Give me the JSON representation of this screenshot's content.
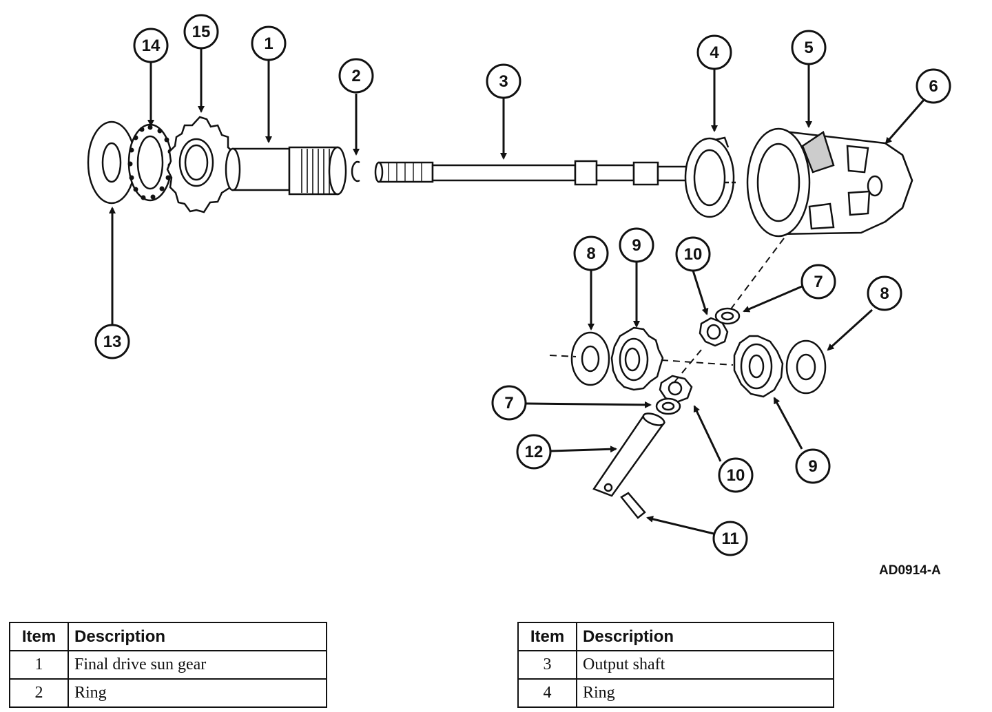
{
  "figure_id": "AD0914-A",
  "callouts": {
    "c14": "14",
    "c15": "15",
    "c1": "1",
    "c2": "2",
    "c3": "3",
    "c4": "4",
    "c5": "5",
    "c6": "6",
    "c13": "13",
    "c8a": "8",
    "c9a": "9",
    "c10a": "10",
    "c7a": "7",
    "c8b": "8",
    "c7b": "7",
    "c12": "12",
    "c10b": "10",
    "c9b": "9",
    "c11": "11"
  },
  "legend_left": {
    "header_item": "Item",
    "header_desc": "Description",
    "rows": [
      {
        "item": "1",
        "desc": "Final drive sun gear"
      },
      {
        "item": "2",
        "desc": "Ring"
      }
    ]
  },
  "legend_right": {
    "header_item": "Item",
    "header_desc": "Description",
    "rows": [
      {
        "item": "3",
        "desc": "Output shaft"
      },
      {
        "item": "4",
        "desc": "Ring"
      }
    ]
  }
}
